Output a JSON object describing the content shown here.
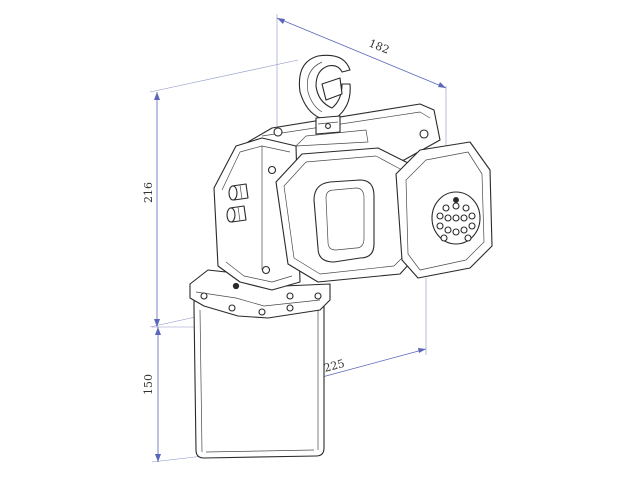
{
  "dimensions": {
    "top_width": "182",
    "total_height": "216",
    "depth": "225",
    "lower_height": "150"
  },
  "colors": {
    "line": "#2a2a2a",
    "dimension": "#5a66b8",
    "background": "#ffffff"
  }
}
